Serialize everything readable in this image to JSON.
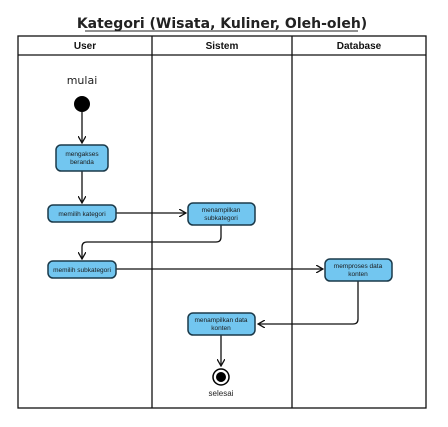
{
  "title": "Kategori (Wisata, Kuliner, Oleh-oleh)",
  "lanes": [
    "User",
    "Sistem",
    "Database"
  ],
  "start_label": "mulai",
  "end_label": "selesai",
  "activities": [
    {
      "id": "a1",
      "lines": [
        "mengakses",
        "beranda"
      ]
    },
    {
      "id": "a2",
      "lines": [
        "memilih kategori"
      ]
    },
    {
      "id": "a3",
      "lines": [
        "menampilkan",
        "subkategori"
      ]
    },
    {
      "id": "a4",
      "lines": [
        "memilih subkategori"
      ]
    },
    {
      "id": "a5",
      "lines": [
        "memproses data",
        "konten"
      ]
    },
    {
      "id": "a6",
      "lines": [
        "menampilkan data",
        "konten"
      ]
    }
  ],
  "colors": {
    "activity_fill": "#72C6F0",
    "activity_stroke": "#1b3a4a",
    "line": "#111111",
    "title": "#222222"
  }
}
